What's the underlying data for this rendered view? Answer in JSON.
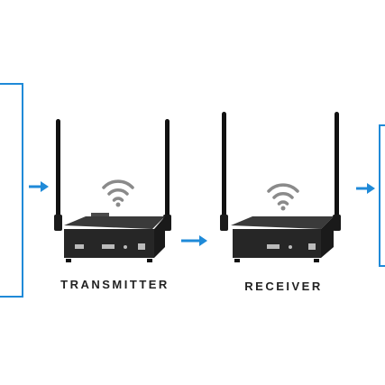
{
  "colors": {
    "accent": "#1f8ad8",
    "device_body": "#262626",
    "antenna": "#111111",
    "wifi": "#8a8a8a",
    "label": "#222222"
  },
  "transmitter": {
    "label": "TRANSMITTER",
    "icon": "wifi-icon"
  },
  "receiver": {
    "label": "RECEIVER",
    "icon": "wifi-icon"
  },
  "arrows": [
    "arrow-right",
    "arrow-right",
    "arrow-right"
  ]
}
